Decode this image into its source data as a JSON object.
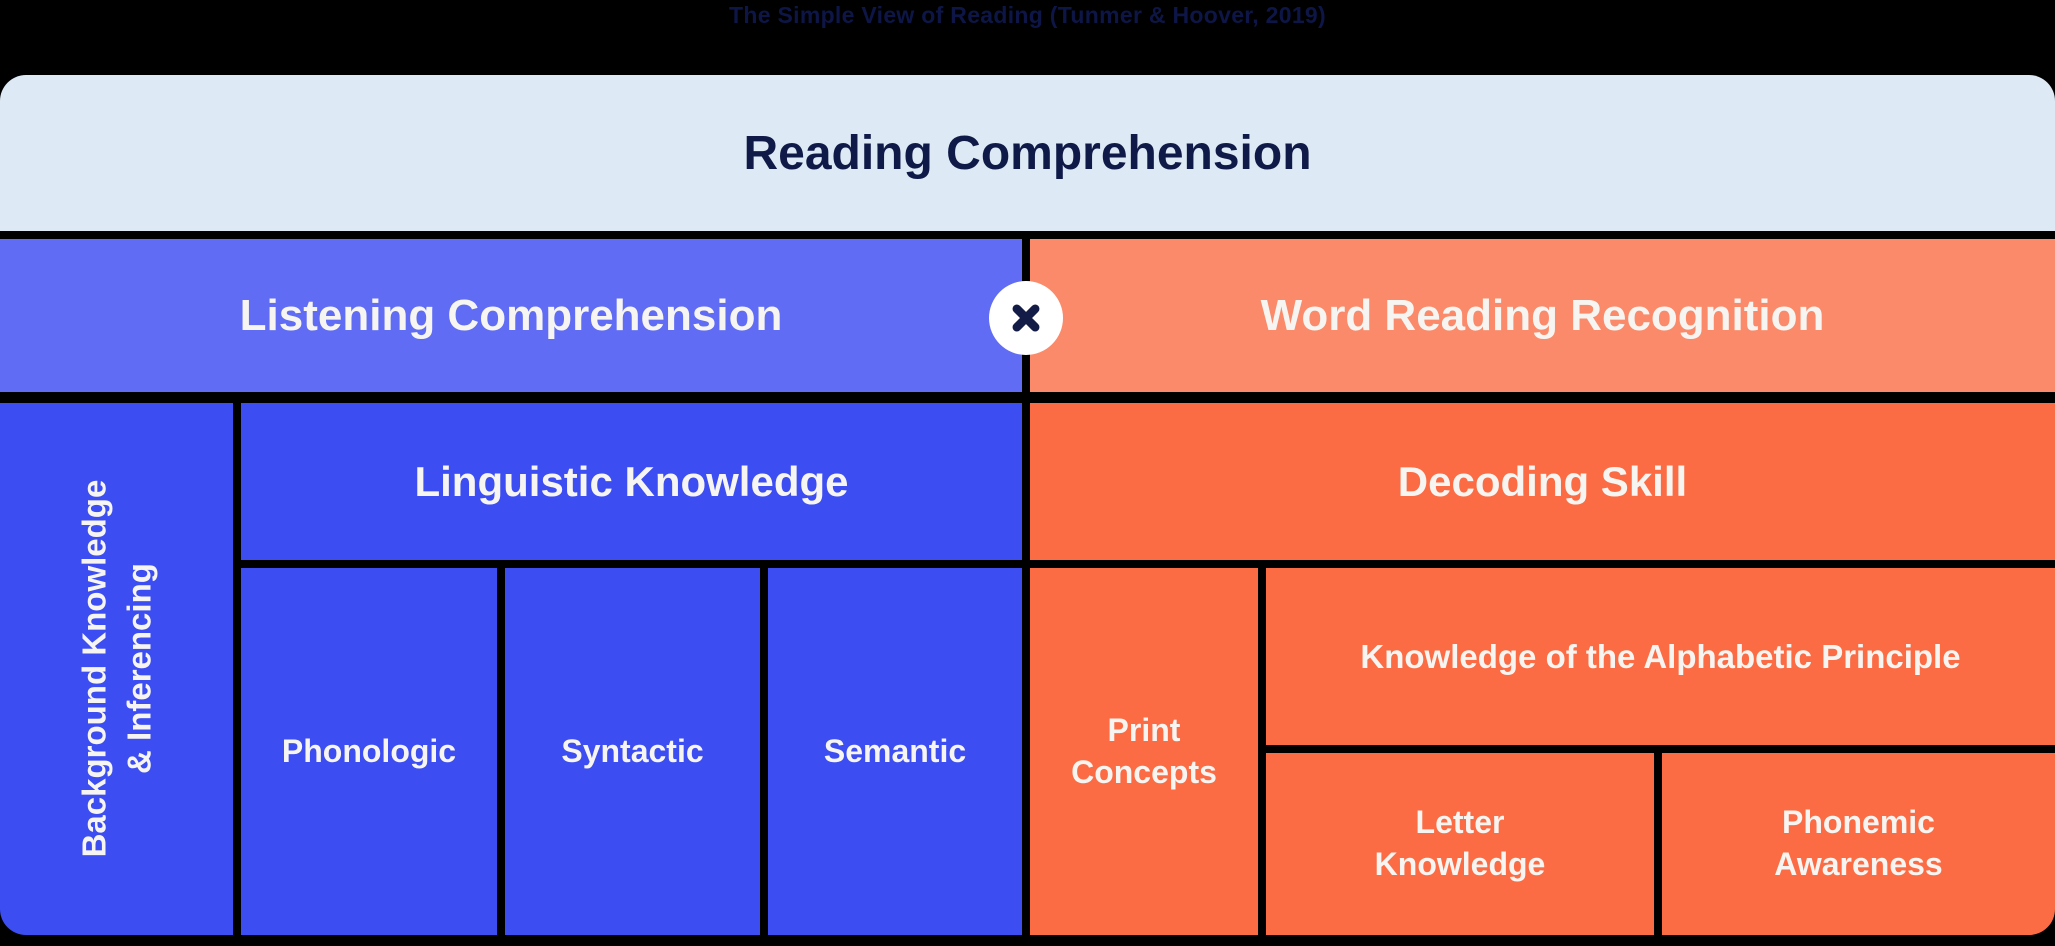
{
  "title": "The Simple View of Reading (Tunmer & Hoover, 2019)",
  "colors": {
    "page_background": "#000000",
    "pale_blue": "#dde9f4",
    "navy_text": "#101a48",
    "periwinkle": "#5f6cf3",
    "light_coral": "#fa8a69",
    "deep_blue": "#3c4df2",
    "deep_orange": "#fc6c44",
    "white_text": "#f7f5f2",
    "operator_circle": "#ffffff",
    "operator_glyph": "#131b47"
  },
  "diagram": {
    "reading": {
      "label": "Reading Comprehension"
    },
    "equation": {
      "listening": {
        "label": "Listening Comprehension"
      },
      "operator": "✕",
      "operator_icon": "multiply-icon",
      "word_reading": {
        "label": "Word Reading Recognition"
      }
    },
    "background_knowledge": {
      "line1": "Background Knowledge",
      "line2": "& Inferencing"
    },
    "linguistic": {
      "label": "Linguistic Knowledge",
      "components": [
        {
          "label": "Phonologic"
        },
        {
          "label": "Syntactic"
        },
        {
          "label": "Semantic"
        }
      ]
    },
    "decoding": {
      "label": "Decoding Skill",
      "print_concepts": {
        "line1": "Print",
        "line2": "Concepts"
      },
      "alphabetic_principle": {
        "label": "Knowledge of the Alphabetic Principle"
      },
      "letter_knowledge": {
        "line1": "Letter",
        "line2": "Knowledge"
      },
      "phonemic_awareness": {
        "line1": "Phonemic",
        "line2": "Awareness"
      }
    }
  }
}
